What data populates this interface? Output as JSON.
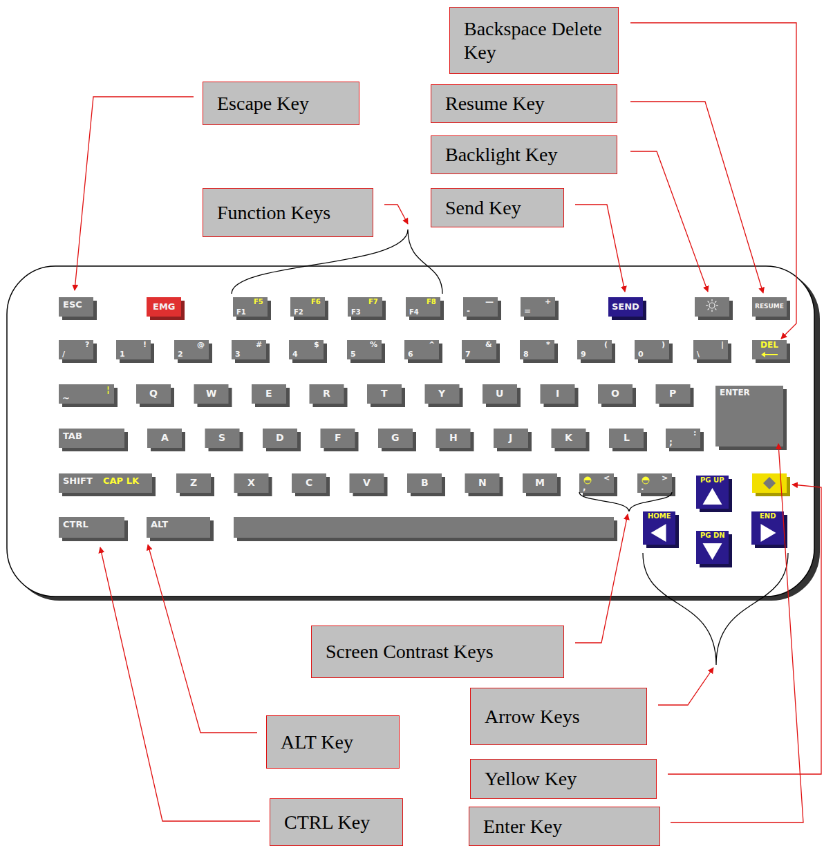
{
  "diagram": {
    "nodes": [
      {
        "text": [
          "Backspace Delete Key"
        ]
      },
      {
        "text": [
          "Escape Key"
        ]
      },
      {
        "text": [
          "Resume Key"
        ]
      },
      {
        "text": [
          "Backlight Key"
        ]
      },
      {
        "text": [
          "Function Keys"
        ]
      },
      {
        "text": [
          "Send Key"
        ]
      },
      {
        "text": [
          "Screen Contrast Keys"
        ]
      },
      {
        "text": [
          "Arrow Keys"
        ]
      },
      {
        "text": [
          "ALT Key"
        ]
      },
      {
        "text": [
          "Yellow Key"
        ]
      },
      {
        "text": [
          "CTRL Key"
        ]
      },
      {
        "text": [
          "Enter Key"
        ]
      }
    ],
    "labels": [
      "ESC",
      "EMG",
      "F1",
      "F5",
      "F2",
      "F6",
      "F3",
      "F7",
      "F4",
      "F8",
      "-",
      "—",
      "=",
      "+",
      "SEND",
      "RESUME",
      "/",
      "?",
      "1",
      "!",
      "2",
      "@",
      "3",
      "#",
      "4",
      "$",
      "5",
      "%",
      "6",
      "^",
      "7",
      "&",
      "8",
      "*",
      "9",
      "(",
      "0",
      ")",
      "\\",
      "|",
      "DEL",
      "~",
      "¦",
      "Q",
      "W",
      "E",
      "R",
      "T",
      "Y",
      "U",
      "I",
      "O",
      "P",
      "ENTER",
      "TAB",
      "A",
      "S",
      "D",
      "F",
      "G",
      "H",
      "J",
      "K",
      "L",
      ";",
      ":",
      "SHIFT",
      "CAP LK",
      "Z",
      "X",
      "C",
      "V",
      "B",
      "N",
      "M",
      ",",
      "<",
      ".",
      ">",
      "PG UP",
      "CTRL",
      "ALT",
      "HOME",
      "PG DN",
      "END"
    ]
  }
}
